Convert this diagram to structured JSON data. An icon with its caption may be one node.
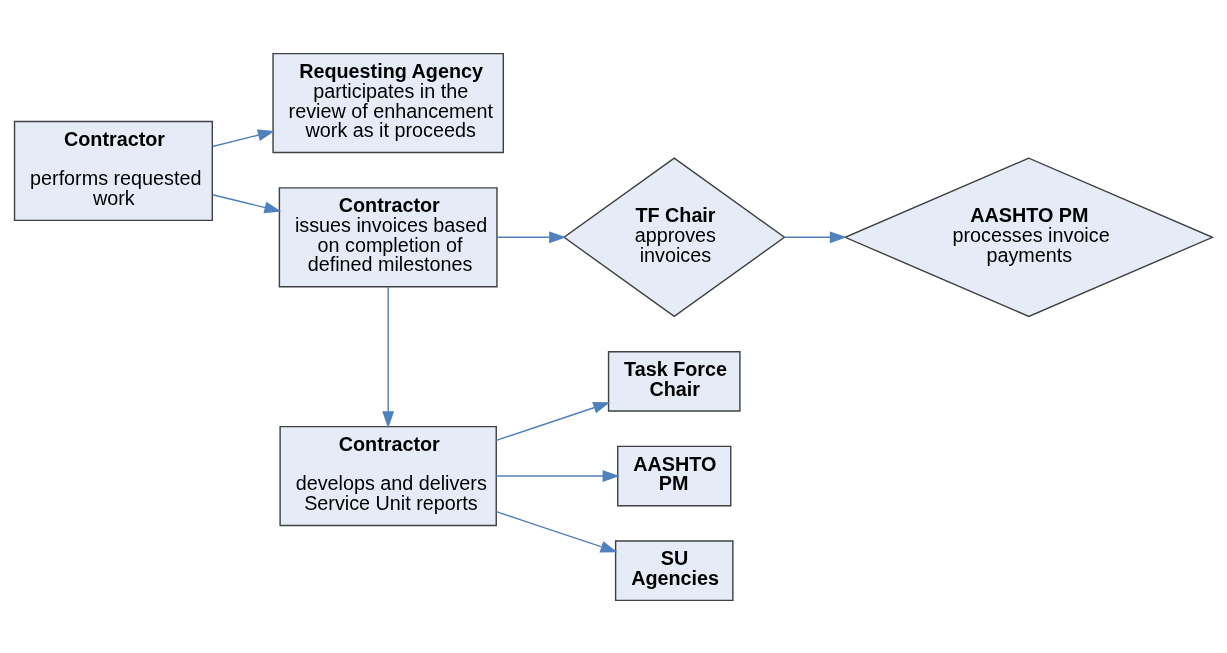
{
  "diagram": {
    "nodes": [
      {
        "text": [
          "Contractor",
          "performs requested work"
        ]
      },
      {
        "text": [
          "Requesting Agency",
          "participates in the review of enhancement work as it proceeds"
        ]
      },
      {
        "text": [
          "Contractor",
          "issues invoices based on completion of defined milestones"
        ]
      },
      {
        "text": [
          "TF Chair",
          "approves invoices"
        ]
      },
      {
        "text": [
          "AASHTO PM",
          "processes invoice payments"
        ]
      },
      {
        "text": [
          "Contractor",
          "develops and delivers Service Unit reports"
        ]
      },
      {
        "text": [
          "Task Force Chair"
        ]
      },
      {
        "text": [
          "AASHTO PM"
        ]
      },
      {
        "text": [
          "SU Agencies"
        ]
      }
    ],
    "edges": [
      {
        "from": 0,
        "to": 1,
        "arrow": "to"
      },
      {
        "from": 0,
        "to": 2,
        "arrow": "to"
      },
      {
        "from": 2,
        "to": 3,
        "arrow": "to"
      },
      {
        "from": 3,
        "to": 4,
        "arrow": "to"
      },
      {
        "from": 2,
        "to": 5,
        "arrow": "to"
      },
      {
        "from": 5,
        "to": 6,
        "arrow": "to"
      },
      {
        "from": 5,
        "to": 7,
        "arrow": "to"
      },
      {
        "from": 5,
        "to": 8,
        "arrow": "to"
      }
    ]
  }
}
